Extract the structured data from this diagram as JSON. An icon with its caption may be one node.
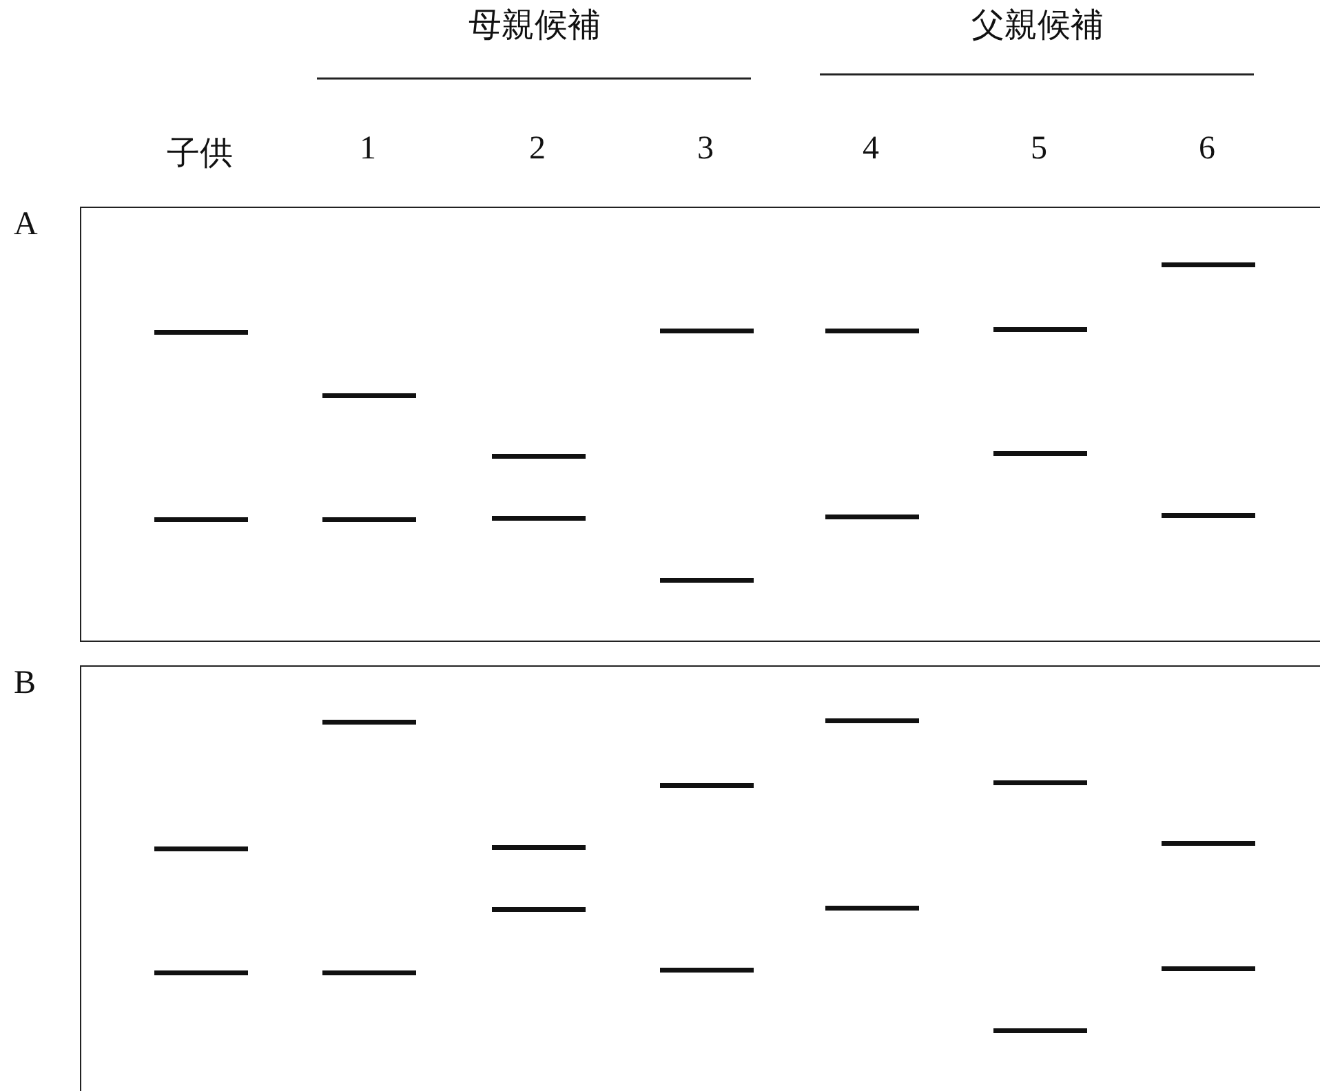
{
  "diagram": {
    "nodes": [
      {
        "text": [
          "A"
        ]
      },
      {
        "text": [
          "B"
        ]
      }
    ],
    "labels": [
      "母親候補",
      "父親候補",
      "子供",
      "1",
      "2",
      "3",
      "4",
      "5",
      "6"
    ]
  }
}
